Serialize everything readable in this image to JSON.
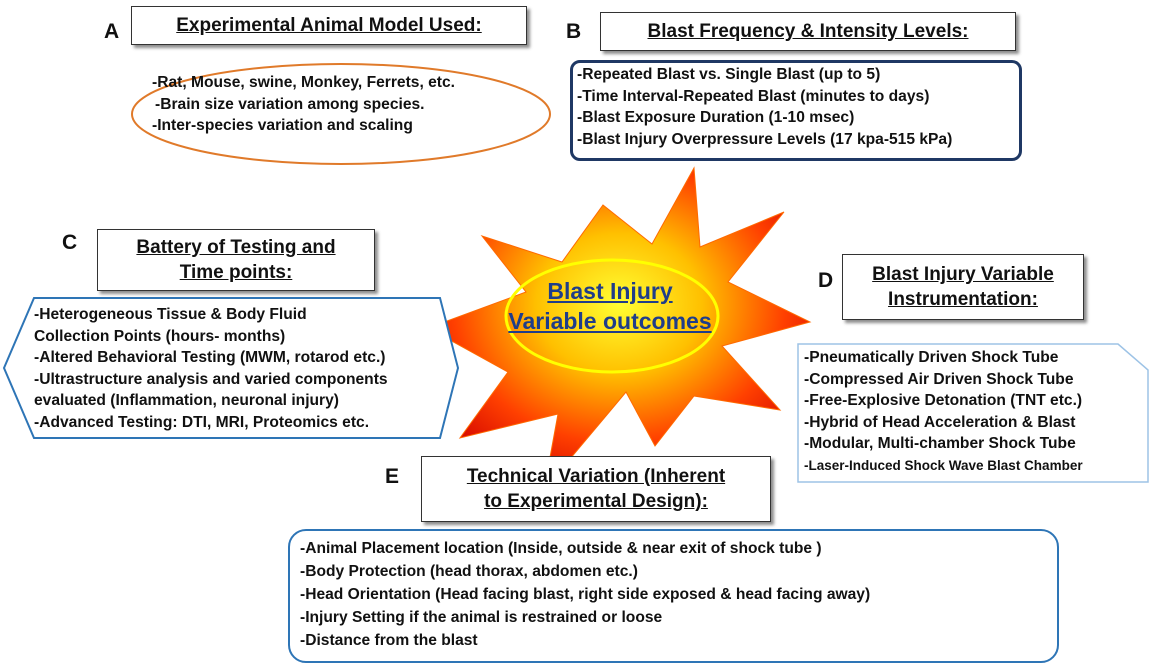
{
  "sections": {
    "a": {
      "letter": "A",
      "title": "Experimental Animal Model Used:",
      "items": [
        "-Rat, Mouse, swine,  Monkey, Ferrets, etc.",
        "-Brain size variation among species.",
        "-Inter-species variation and scaling"
      ]
    },
    "b": {
      "letter": "B",
      "title": "Blast Frequency & Intensity Levels:",
      "items": [
        "-Repeated Blast vs. Single Blast (up to 5)",
        "-Time Interval-Repeated Blast (minutes to days)",
        "-Blast Exposure Duration (1-10 msec)",
        "-Blast Injury Overpressure Levels (17 kpa-515 kPa)"
      ]
    },
    "c": {
      "letter": "C",
      "title_lines": [
        "Battery of Testing and",
        "Time points:"
      ],
      "items": [
        "-Heterogeneous Tissue & Body Fluid",
        "Collection Points (hours- months)",
        "-Altered Behavioral Testing (MWM, rotarod etc.)",
        "-Ultrastructure analysis and varied components",
        "evaluated (Inflammation, neuronal injury)",
        "-Advanced Testing: DTI, MRI, Proteomics etc."
      ]
    },
    "d": {
      "letter": "D",
      "title_lines": [
        "Blast Injury Variable",
        "Instrumentation:"
      ],
      "items": [
        "-Pneumatically Driven Shock Tube",
        "-Compressed Air Driven Shock Tube",
        "-Free-Explosive Detonation (TNT etc.)",
        "-Hybrid of Head Acceleration & Blast",
        "-Modular, Multi-chamber Shock Tube",
        "-Laser-Induced Shock Wave Blast Chamber"
      ]
    },
    "e": {
      "letter": "E",
      "title_lines": [
        "Technical Variation (Inherent",
        "to Experimental Design):"
      ],
      "items": [
        "-Animal Placement location (Inside, outside & near exit of shock tube )",
        "-Body Protection (head thorax, abdomen etc.)",
        "-Head Orientation (Head facing blast, right side exposed & head facing away)",
        "-Injury Setting if the animal is restrained or loose",
        "-Distance from the blast"
      ]
    }
  },
  "center": {
    "lines": [
      "Blast Injury",
      "Variable outcomes"
    ]
  },
  "colors": {
    "orange_ellipse": "#e07a2a",
    "navy_border": "#1f3864",
    "blue_hexagon": "#2e75b6",
    "light_blue_border": "#9dc3e6",
    "burst_yellow": "#ffff00",
    "burst_red": "#e00000",
    "center_text": "#1f3d8a"
  }
}
